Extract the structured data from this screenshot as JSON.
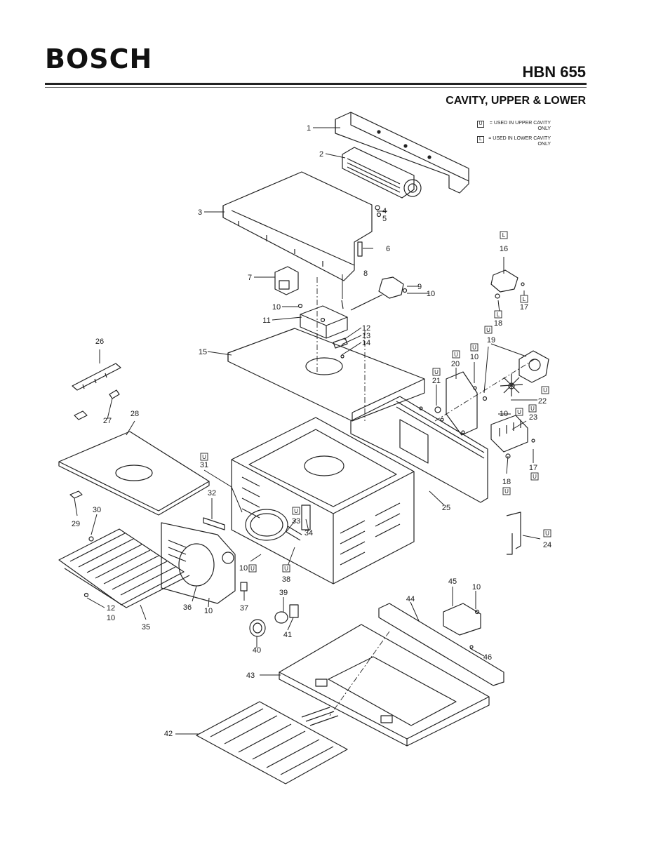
{
  "header": {
    "brand": "BOSCH",
    "model": "HBN 655",
    "subtitle": "CAVITY, UPPER & LOWER"
  },
  "legend": [
    {
      "code": "U",
      "text": "= USED IN UPPER CAVITY ONLY"
    },
    {
      "code": "L",
      "text": "= USED IN LOWER CAVITY ONLY"
    }
  ],
  "callouts": [
    {
      "text": "1"
    },
    {
      "text": "2"
    },
    {
      "text": "3"
    },
    {
      "text": "4"
    },
    {
      "text": "5"
    },
    {
      "text": "6"
    },
    {
      "text": "7"
    },
    {
      "text": "8"
    },
    {
      "text": "9"
    },
    {
      "text": "10"
    },
    {
      "text": "10"
    },
    {
      "text": "11"
    },
    {
      "text": "12"
    },
    {
      "text": "13"
    },
    {
      "text": "14"
    },
    {
      "text": "15"
    },
    {
      "text": "16"
    },
    {
      "text": "17"
    },
    {
      "text": "18"
    },
    {
      "text": "19"
    },
    {
      "text": "20"
    },
    {
      "text": "10"
    },
    {
      "text": "21"
    },
    {
      "text": "22"
    },
    {
      "text": "10"
    },
    {
      "text": "23"
    },
    {
      "text": "17"
    },
    {
      "text": "18"
    },
    {
      "text": "24"
    },
    {
      "text": "25"
    },
    {
      "text": "26"
    },
    {
      "text": "27"
    },
    {
      "text": "28"
    },
    {
      "text": "29"
    },
    {
      "text": "30"
    },
    {
      "text": "31"
    },
    {
      "text": "32"
    },
    {
      "text": "33"
    },
    {
      "text": "34"
    },
    {
      "text": "10"
    },
    {
      "text": "38"
    },
    {
      "text": "37"
    },
    {
      "text": "36"
    },
    {
      "text": "10"
    },
    {
      "text": "12"
    },
    {
      "text": "10"
    },
    {
      "text": "35"
    },
    {
      "text": "39"
    },
    {
      "text": "41"
    },
    {
      "text": "40"
    },
    {
      "text": "45"
    },
    {
      "text": "10"
    },
    {
      "text": "44"
    },
    {
      "text": "46"
    },
    {
      "text": "43"
    },
    {
      "text": "42"
    }
  ],
  "tags": [
    {
      "code": "L"
    },
    {
      "code": "L"
    },
    {
      "code": "L"
    },
    {
      "code": "U"
    },
    {
      "code": "U"
    },
    {
      "code": "U"
    },
    {
      "code": "U"
    },
    {
      "code": "U"
    },
    {
      "code": "U"
    },
    {
      "code": "U"
    },
    {
      "code": "U"
    },
    {
      "code": "U"
    },
    {
      "code": "U"
    },
    {
      "code": "U"
    },
    {
      "code": "U"
    },
    {
      "code": "U"
    },
    {
      "code": "U"
    }
  ]
}
